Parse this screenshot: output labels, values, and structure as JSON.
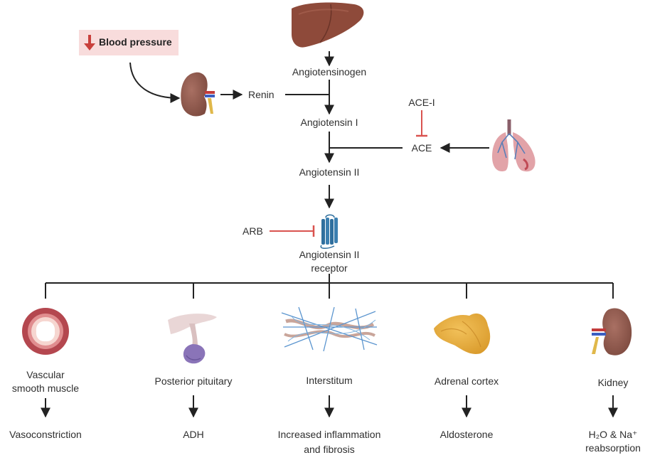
{
  "trigger": {
    "label": "Blood pressure",
    "direction": "decrease"
  },
  "cascade": {
    "angiotensinogen": "Angiotensinogen",
    "renin": "Renin",
    "angiotensin_i": "Angiotensin I",
    "ace": "ACE",
    "ace_inhibitor": "ACE-I",
    "angiotensin_ii": "Angiotensin II",
    "arb": "ARB",
    "receptor_line1": "Angiotensin II",
    "receptor_line2": "receptor"
  },
  "organs": {
    "liver": "liver-icon",
    "kidney_top": "kidney-icon",
    "lungs": "lungs-icon",
    "receptor": "receptor-icon"
  },
  "effects": [
    {
      "target_line1": "Vascular",
      "target_line2": "smooth muscle",
      "icon": "artery-cross-section-icon",
      "result_line1": "Vasoconstriction",
      "result_line2": ""
    },
    {
      "target_line1": "Posterior pituitary",
      "target_line2": "",
      "icon": "pituitary-icon",
      "result_line1": "ADH",
      "result_line2": ""
    },
    {
      "target_line1": "Interstitum",
      "target_line2": "",
      "icon": "interstitium-fibers-icon",
      "result_line1": "Increased inflammation",
      "result_line2": "and fibrosis"
    },
    {
      "target_line1": "Adrenal cortex",
      "target_line2": "",
      "icon": "adrenal-gland-icon",
      "result_line1": "Aldosterone",
      "result_line2": ""
    },
    {
      "target_line1": "Kidney",
      "target_line2": "",
      "icon": "kidney-icon",
      "result_line1": "H₂O & Na⁺",
      "result_line2": "reabsorption"
    }
  ],
  "colors": {
    "arrow": "#222222",
    "inhibit": "#d9534f",
    "bp_box": "#f8dcdc",
    "bp_arrow": "#c9403c"
  }
}
